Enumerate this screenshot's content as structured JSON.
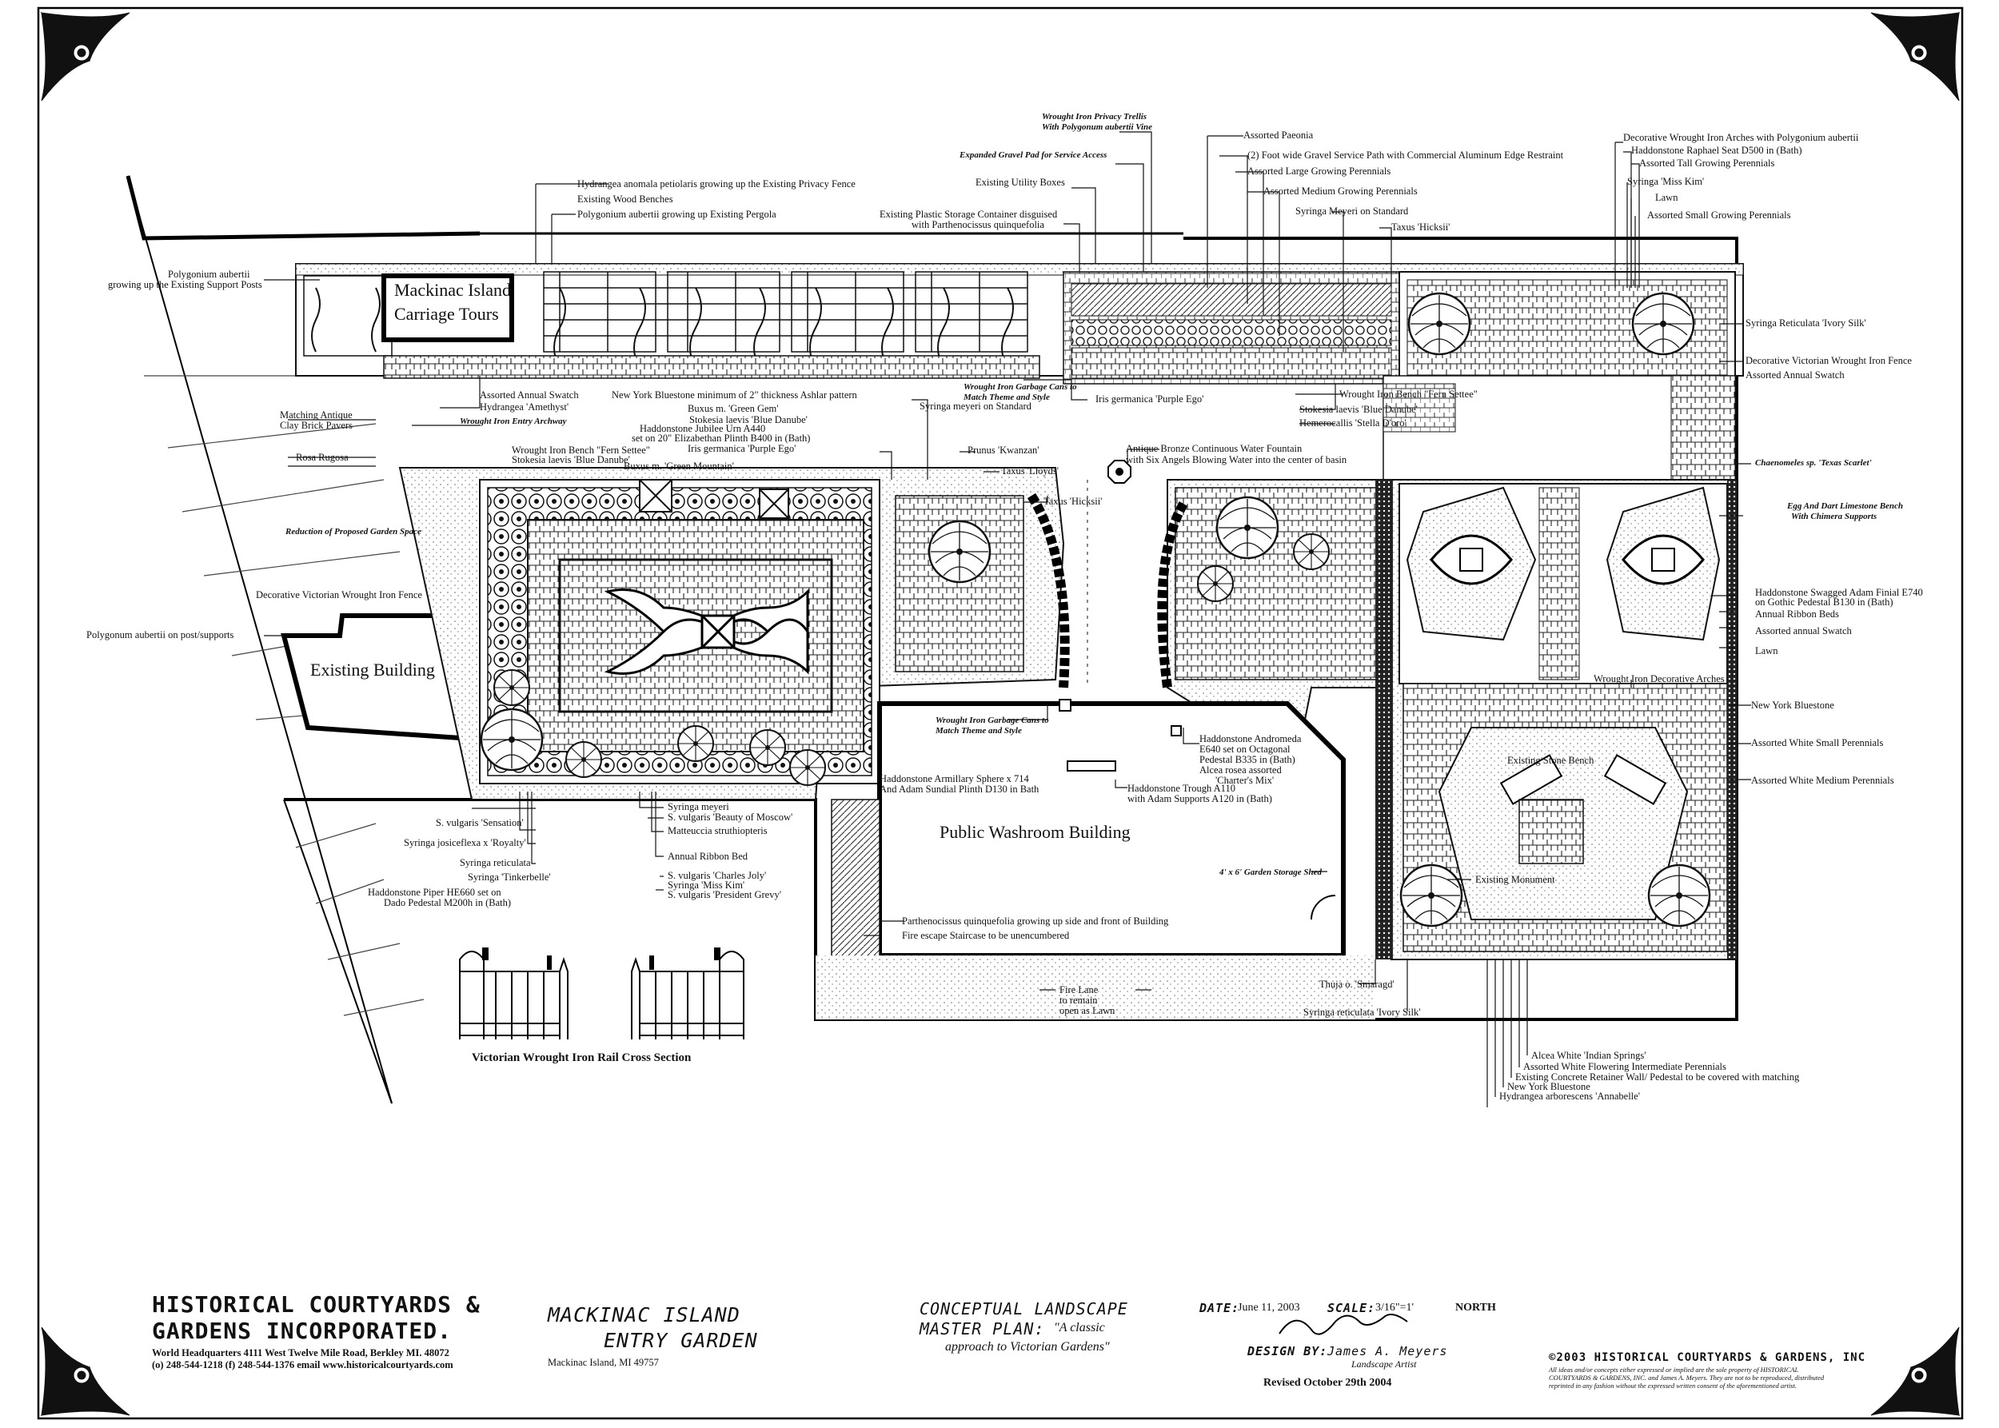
{
  "plan": {
    "building_labels": {
      "carriage_tours_line1": "Mackinac Island",
      "carriage_tours_line2": "Carriage Tours",
      "existing_building": "Existing Building",
      "washroom": "Public Washroom Building"
    },
    "gate_caption": "Victorian Wrought Iron Rail Cross Section",
    "callouts": [
      {
        "id": "c1",
        "text": "Wrought Iron Privacy Trellis",
        "bold": true
      },
      {
        "id": "c2",
        "text": "With Polygonum aubertii Vine",
        "bold": true
      },
      {
        "id": "c3",
        "text": "Expanded Gravel Pad for Service Access",
        "bold": true
      },
      {
        "id": "c4",
        "text": "Existing Utility Boxes"
      },
      {
        "id": "c5",
        "text": "Existing Plastic Storage Container disguised"
      },
      {
        "id": "c6",
        "text": "with Parthenocissus quinquefolia"
      },
      {
        "id": "c7",
        "text": "Hydrangea anomala petiolaris growing up the Existing Privacy Fence"
      },
      {
        "id": "c8",
        "text": "Existing Wood Benches"
      },
      {
        "id": "c9",
        "text": "Polygonium aubertii growing up Existing Pergola"
      },
      {
        "id": "c10",
        "text": "Polygonium aubertii"
      },
      {
        "id": "c11",
        "text": "growing up the Existing Support Posts"
      },
      {
        "id": "c12",
        "text": "Assorted Paeonia"
      },
      {
        "id": "c13",
        "text": "(2) Foot wide Gravel Service Path with Commercial Aluminum Edge Restraint"
      },
      {
        "id": "c14",
        "text": "Assorted Large Growing Perennials"
      },
      {
        "id": "c15",
        "text": "Assorted Medium Growing Perennials"
      },
      {
        "id": "c16",
        "text": "Syringa Meyeri on Standard"
      },
      {
        "id": "c17",
        "text": "Taxus 'Hicksii'"
      },
      {
        "id": "c18",
        "text": "Decorative Wrought Iron Arches with Polygonium aubertii"
      },
      {
        "id": "c19",
        "text": "Haddonstone Raphael Seat D500 in (Bath)"
      },
      {
        "id": "c20",
        "text": "Assorted Tall Growing Perennials"
      },
      {
        "id": "c21",
        "text": "Syringa 'Miss Kim'"
      },
      {
        "id": "c22",
        "text": "Lawn"
      },
      {
        "id": "c23",
        "text": "Assorted Small Growing Perennials"
      },
      {
        "id": "c24",
        "text": "Syringa Reticulata 'Ivory Silk'"
      },
      {
        "id": "c25",
        "text": "Decorative Victorian Wrought Iron Fence"
      },
      {
        "id": "c26",
        "text": "Assorted Annual Swatch"
      },
      {
        "id": "c27",
        "text": "Assorted Annual Swatch"
      },
      {
        "id": "c28",
        "text": "Hydrangea 'Amethyst'"
      },
      {
        "id": "c29",
        "text": "Wrought Iron Entry Archway",
        "bold": true
      },
      {
        "id": "c30",
        "text": "Matching Antique"
      },
      {
        "id": "c31",
        "text": "Clay Brick Pavers"
      },
      {
        "id": "c32",
        "text": "New York Bluestone minimum of 2\" thickness Ashlar pattern"
      },
      {
        "id": "c33",
        "text": "Buxus m. 'Green Gem'"
      },
      {
        "id": "c34",
        "text": "Stokesia laevis 'Blue Danube'"
      },
      {
        "id": "c35",
        "text": "Haddonstone Jubilee Urn A440"
      },
      {
        "id": "c36",
        "text": "set on 20\" Elizabethan Plinth B400 in (Bath)"
      },
      {
        "id": "c37",
        "text": "Iris germanica 'Purple Ego'"
      },
      {
        "id": "c38",
        "text": "Buxus m. 'Green Mountain'"
      },
      {
        "id": "c39",
        "text": "Wrought Iron Garbage Cans to"
      },
      {
        "id": "c40",
        "text": "Match Theme and Style"
      },
      {
        "id": "c41",
        "text": "Syringa meyeri on Standard"
      },
      {
        "id": "c42",
        "text": "Iris germanica 'Purple Ego'"
      },
      {
        "id": "c43",
        "text": "Wrought Iron Bench \"Fern Settee\""
      },
      {
        "id": "c44",
        "text": "Stokesia laevis 'Blue Danube'"
      },
      {
        "id": "c45",
        "text": "Hemerocallis 'Stella D'oro'"
      },
      {
        "id": "c46",
        "text": "Rosa Rugosa"
      },
      {
        "id": "c47",
        "text": "Wrought Iron Bench \"Fern Settee\""
      },
      {
        "id": "c48",
        "text": "Stokesia laevis 'Blue Danube'"
      },
      {
        "id": "c49",
        "text": "Prunus 'Kwanzan'"
      },
      {
        "id": "c50",
        "text": "Taxus 'Lloyds'"
      },
      {
        "id": "c51",
        "text": "Taxus 'Hicksii'"
      },
      {
        "id": "c52",
        "text": "Antique Bronze Continuous Water Fountain"
      },
      {
        "id": "c53",
        "text": "with Six Angels Blowing Water into the center of basin"
      },
      {
        "id": "c54",
        "text": "Chaenomeles sp. 'Texas Scarlet'",
        "bold": true
      },
      {
        "id": "c55",
        "text": "Reduction of Proposed Garden Space",
        "bold": true
      },
      {
        "id": "c56",
        "text": "Egg And Dart Limestone Bench",
        "bold": true
      },
      {
        "id": "c57",
        "text": "With Chimera Supports",
        "bold": true
      },
      {
        "id": "c58",
        "text": "Decorative Victorian Wrought Iron Fence"
      },
      {
        "id": "c59",
        "text": "Haddonstone Swagged Adam Finial E740"
      },
      {
        "id": "c60",
        "text": "on Gothic Pedestal B130 in (Bath)"
      },
      {
        "id": "c61",
        "text": "Annual Ribbon Beds"
      },
      {
        "id": "c62",
        "text": "Assorted annual Swatch"
      },
      {
        "id": "c63",
        "text": "Lawn"
      },
      {
        "id": "c64",
        "text": "Polygonum aubertii on post/supports"
      },
      {
        "id": "c65",
        "text": "Wrought Iron Decorative Arches"
      },
      {
        "id": "c66",
        "text": "New York Bluestone"
      },
      {
        "id": "c67",
        "text": "Assorted White Small Perennials"
      },
      {
        "id": "c68",
        "text": "Assorted White Medium Perennials"
      },
      {
        "id": "c69",
        "text": "Existing Stone Bench"
      },
      {
        "id": "c70",
        "text": "Wrought Iron Garbage Cans to",
        "bold": true
      },
      {
        "id": "c71",
        "text": "Match Theme and Style",
        "bold": true
      },
      {
        "id": "c72",
        "text": "Haddonstone Andromeda"
      },
      {
        "id": "c73",
        "text": "E640 set on Octagonal"
      },
      {
        "id": "c74",
        "text": "Pedestal B335 in (Bath)"
      },
      {
        "id": "c75",
        "text": "Alcea rosea assorted"
      },
      {
        "id": "c76",
        "text": "'Charter's Mix'"
      },
      {
        "id": "c77",
        "text": "Haddonstone Armillary Sphere x 714"
      },
      {
        "id": "c78",
        "text": "And Adam Sundial Plinth D130 in Bath"
      },
      {
        "id": "c79",
        "text": "Haddonstone Trough A110"
      },
      {
        "id": "c80",
        "text": "with Adam Supports A120 in (Bath)"
      },
      {
        "id": "c81",
        "text": "S. vulgaris 'Sensation'"
      },
      {
        "id": "c82",
        "text": "Syringa meyeri"
      },
      {
        "id": "c83",
        "text": "S. vulgaris 'Beauty of Moscow'"
      },
      {
        "id": "c84",
        "text": "Syringa josiceflexa x 'Royalty'"
      },
      {
        "id": "c85",
        "text": "Matteuccia struthiopteris"
      },
      {
        "id": "c86",
        "text": "Syringa reticulata"
      },
      {
        "id": "c87",
        "text": "Annual Ribbon Bed"
      },
      {
        "id": "c88",
        "text": "Syringa 'Tinkerbelle'"
      },
      {
        "id": "c89",
        "text": "S. vulgaris 'Charles Joly'"
      },
      {
        "id": "c90",
        "text": "Syringa 'Miss Kim'"
      },
      {
        "id": "c91",
        "text": "Haddonstone Piper HE660 set on"
      },
      {
        "id": "c92",
        "text": "S. vulgaris 'President Grevy'"
      },
      {
        "id": "c93",
        "text": "Dado Pedestal M200h in (Bath)"
      },
      {
        "id": "c94",
        "text": "4' x 6' Garden Storage Shed",
        "bold": true
      },
      {
        "id": "c95",
        "text": "Existing Monument"
      },
      {
        "id": "c96",
        "text": "Parthenocissus quinquefolia growing up side and front of Building"
      },
      {
        "id": "c97",
        "text": "Fire escape Staircase to be unencumbered"
      },
      {
        "id": "c98",
        "text": "Fire Lane"
      },
      {
        "id": "c99",
        "text": "to remain"
      },
      {
        "id": "c100",
        "text": "open as Lawn"
      },
      {
        "id": "c101",
        "text": "Thuja o. 'Smaragd'"
      },
      {
        "id": "c102",
        "text": "Syringa reticulata 'Ivory Silk'"
      },
      {
        "id": "c103",
        "text": "Alcea White 'Indian Springs'"
      },
      {
        "id": "c104",
        "text": "Assorted White Flowering Intermediate Perennials"
      },
      {
        "id": "c105",
        "text": "Existing Concrete Retainer Wall/ Pedestal to be covered with matching"
      },
      {
        "id": "c106",
        "text": "New York Bluestone"
      },
      {
        "id": "c107",
        "text": "Hydrangea arborescens 'Annabelle'"
      }
    ]
  },
  "title_block": {
    "company_line1": "HISTORICAL COURTYARDS &",
    "company_line2": "GARDENS INCORPORATED.",
    "hq": "World Headquarters 4111 West Twelve Mile Road, Berkley MI. 48072",
    "contact": "(o) 248-544-1218  (f) 248-544-1376  email www.historicalcourtyards.com",
    "project_line1": "MACKINAC ISLAND",
    "project_line2": "ENTRY GARDEN",
    "location": "Mackinac Island, MI 49757",
    "plan_line1": "CONCEPTUAL LANDSCAPE",
    "plan_line2a": "MASTER PLAN:",
    "plan_line2b": "\"A classic",
    "plan_line3": "approach to Victorian Gardens\"",
    "date_label": "DATE:",
    "date": "June 11, 2003",
    "scale_label": "SCALE:",
    "scale": "3/16\"=1'",
    "north": "NORTH",
    "design_label": "DESIGN BY:",
    "designer": "James A. Meyers",
    "designer_title": "Landscape Artist",
    "revised": "Revised October 29th 2004",
    "copyright": "©2003 HISTORICAL COURTYARDS & GARDENS, INC",
    "legal1": "All ideas and/or concepts either expressed or implied are the sole property of HISTORICAL",
    "legal2": "COURTYARDS & GARDENS, INC. and James A. Meyers. They are not to be reproduced, distributed",
    "legal3": "reprinted in any fashion without the expressed written consent of the aforementioned artist."
  }
}
